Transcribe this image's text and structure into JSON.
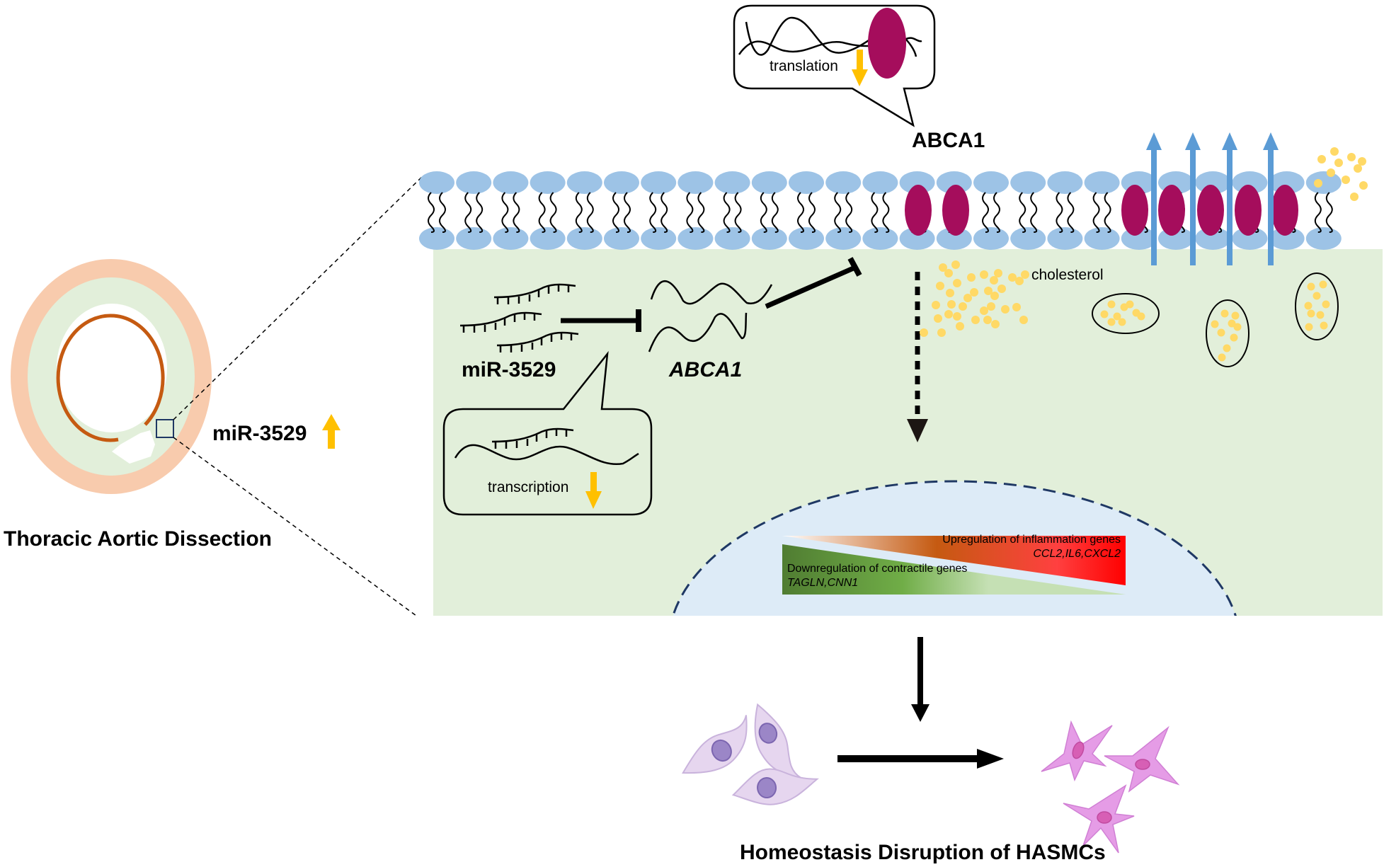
{
  "figure": {
    "left_title": "Thoracic Aortic Dissection",
    "bottom_title": "Homeostasis Disruption of HASMCs"
  },
  "aorta": {
    "mirna_label": "miR-3529",
    "mirna_trend": "up",
    "mirna_trend_icon": "up-arrow-icon"
  },
  "cell": {
    "mirna_label": "miR-3529",
    "gene_label": "ABCA1",
    "protein_label": "ABCA1",
    "cholesterol_label": "cholesterol",
    "transcription_bubble": {
      "label": "transcription",
      "trend": "down"
    },
    "translation_bubble": {
      "label": "translation",
      "trend": "down"
    }
  },
  "nucleus": {
    "upregulation": {
      "title": "Upregulation of inflammation genes",
      "genes": "CCL2,IL6,CXCL2"
    },
    "downregulation": {
      "title": "Downregulation of contractile genes",
      "genes": "TAGLN,CNN1"
    }
  },
  "colors": {
    "membrane_head": "#9dc3e6",
    "abca1_protein": "#a50d5c",
    "cytoplasm": "#e2efda",
    "nucleus": "#ddebf7",
    "cholesterol": "#ffd966",
    "trend_arrow": "#ffc000",
    "efflux_arrow": "#5b9bd5",
    "aorta_adventitia": "#f8cbad",
    "aorta_intima": "#c55a11",
    "up_gradient_end": "#ff0000",
    "down_gradient_start": "#548235"
  }
}
